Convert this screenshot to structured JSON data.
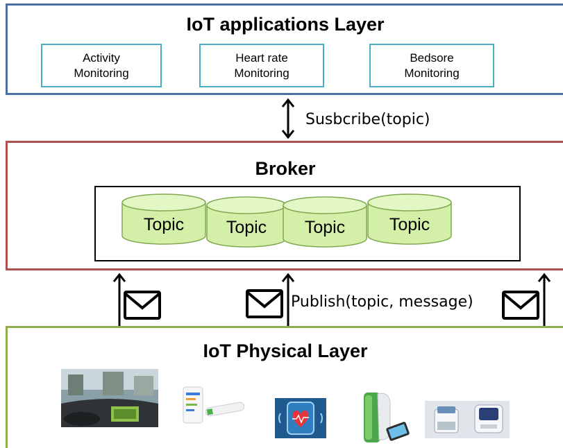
{
  "apps_layer": {
    "title": "IoT applications Layer",
    "apps": [
      {
        "line1": "Activity",
        "line2": "Monitoring"
      },
      {
        "line1": "Heart rate",
        "line2": "Monitoring"
      },
      {
        "line1": "Bedsore",
        "line2": "Monitoring"
      }
    ]
  },
  "subscribe_label": "Susbcribe(topic)",
  "broker_layer": {
    "title": "Broker",
    "topics": [
      "Topic",
      "Topic",
      "Topic",
      "Topic"
    ]
  },
  "publish_label": "Publish(topic, message)",
  "physical_layer": {
    "title": "IoT Physical Layer",
    "devices": [
      "car-dashboard-device",
      "glucose-meter-device",
      "heart-rate-band-device",
      "blood-pressure-monitor-device",
      "medical-analyzer-device"
    ]
  },
  "colors": {
    "apps_border": "#4a6fa5",
    "app_box_border": "#4aaec3",
    "broker_border": "#b04f4f",
    "physical_border": "#8fae52",
    "topic_fill": "#d4f0a8"
  }
}
